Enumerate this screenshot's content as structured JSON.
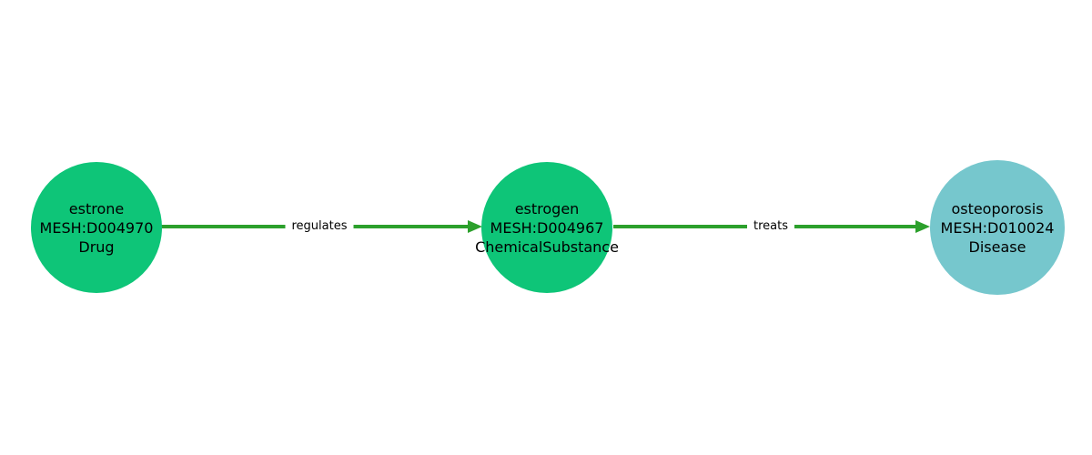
{
  "diagram": {
    "title": "",
    "background_color": "#ffffff",
    "nodes": [
      {
        "name": "estrone",
        "curie": "MESH:D004970",
        "category": "Drug",
        "lines": [
          "estrone",
          "MESH:D004970",
          "Drug"
        ],
        "color": "#0ec578"
      },
      {
        "name": "estrogen",
        "curie": "MESH:D004967",
        "category": "ChemicalSubstance",
        "lines": [
          "estrogen",
          "MESH:D004967",
          "ChemicalSubstance"
        ],
        "color": "#0ec578"
      },
      {
        "name": "osteoporosis",
        "curie": "MESH:D010024",
        "category": "Disease",
        "lines": [
          "osteoporosis",
          "MESH:D010024",
          "Disease"
        ],
        "color": "#76c7cd"
      }
    ],
    "edges": [
      {
        "source": "estrone",
        "target": "estrogen",
        "label": "regulates",
        "color": "#2ca02c"
      },
      {
        "source": "estrogen",
        "target": "osteoporosis",
        "label": "treats",
        "color": "#2ca02c"
      }
    ]
  }
}
